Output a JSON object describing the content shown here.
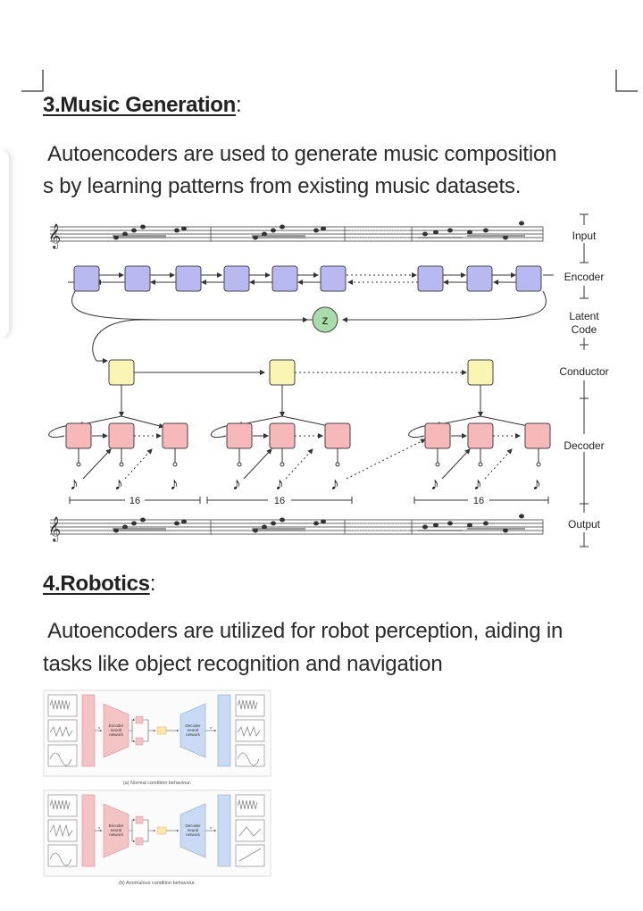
{
  "section3": {
    "number": "3.",
    "title": "Music Generation",
    "colon": ":",
    "para_line1": " Autoencoders are used to generate music composition",
    "para_line2": "s by learning patterns from existing music datasets."
  },
  "music_figure": {
    "labels": {
      "input": "Input",
      "encoder": "Encoder",
      "latent_1": "Latent",
      "latent_2": "Code",
      "conductor": "Conductor",
      "decoder": "Decoder",
      "output": "Output",
      "z": "z",
      "span_16": "16"
    },
    "colors": {
      "encoder": "#b9b9f2",
      "conductor": "#fbf5b4",
      "decoder": "#f6b8b8",
      "latent": "#a8dca8"
    }
  },
  "section4": {
    "number": "4.",
    "title": "Robotics",
    "colon": ":",
    "para_line1": " Autoencoders are utilized for robot perception, aiding in",
    "para_line2": "tasks like object recognition and navigation"
  },
  "robotics_figure": {
    "encoder_label": [
      "Encoder",
      "neural",
      "network"
    ],
    "decoder_label": [
      "Decoder",
      "neural",
      "network"
    ],
    "x_label": "x",
    "xhat_label": "x'",
    "caption_a": "(a) Normal condition behaviour.",
    "caption_b": "(b) Anomalous condition behaviour.",
    "colors": {
      "encoder": "#f4c3c3",
      "decoder": "#c9dbf4",
      "latent": "#fbe7a8"
    }
  }
}
